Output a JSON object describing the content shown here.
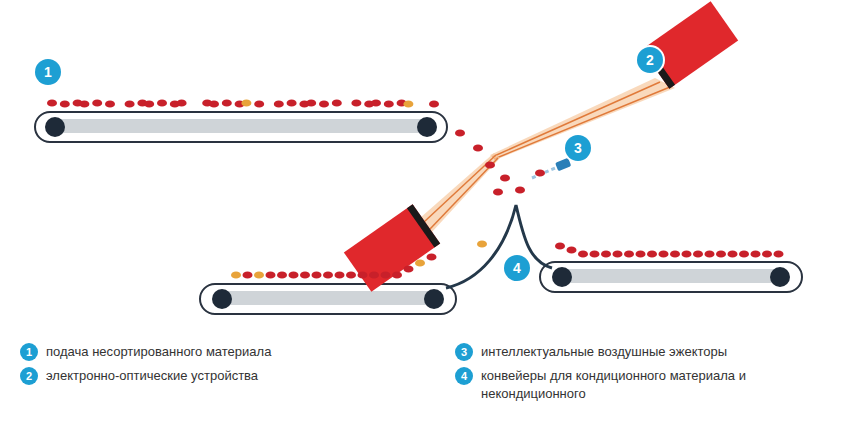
{
  "diagram": {
    "labels": [
      "1",
      "2",
      "3",
      "4",
      "1",
      "2",
      "3",
      "4"
    ],
    "legend": [
      {
        "text": "подача несортированного материала"
      },
      {
        "text": "электронно-оптические устройства"
      },
      {
        "text": "интеллектуальные воздушные эжекторы"
      },
      {
        "text": "конвейеры для кондиционного материала и некондиционного"
      }
    ]
  }
}
